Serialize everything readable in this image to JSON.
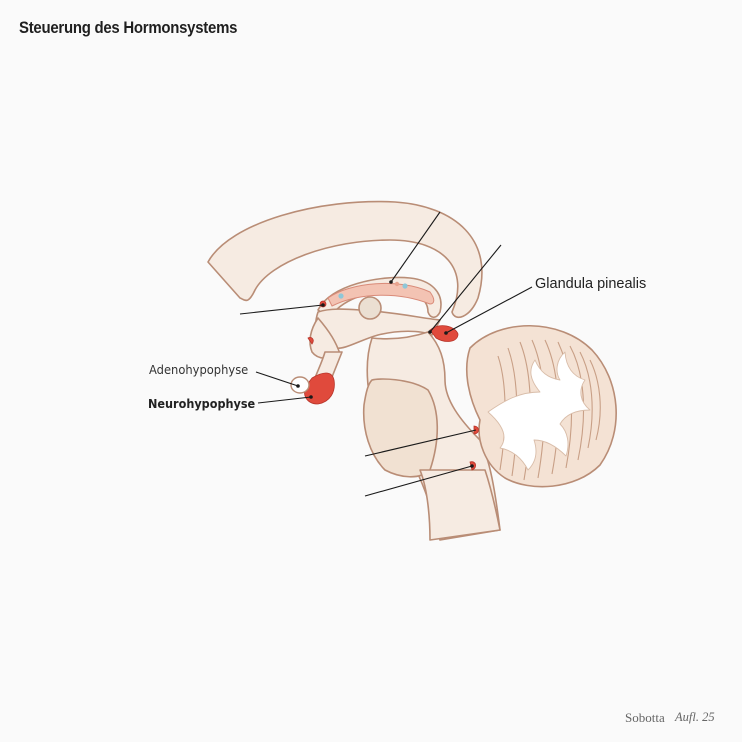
{
  "title": "Steuerung des Hormonsystems",
  "labels": {
    "adenohypophyse": "Adenohypophyse",
    "neurohypophyse": "Neurohypophyse",
    "glandula_pinealis": "Glandula pinealis"
  },
  "footer": {
    "brand": "Sobotta",
    "edition": "Aufl. 25"
  },
  "colors": {
    "background": "#fafafa",
    "tissue": "#f6ebe2",
    "outline": "#b98d76",
    "highlight": "#e04a3c",
    "organ_pink": "#f3c3b3",
    "leader_line": "#1a1a1a"
  }
}
